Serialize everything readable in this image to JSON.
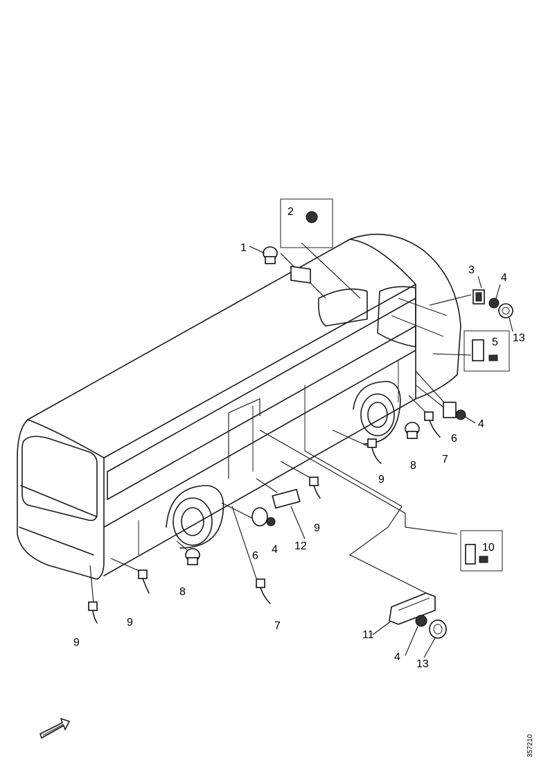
{
  "diagram": {
    "callouts": {
      "c1": "1",
      "c2": "2",
      "c3": "3",
      "c4a": "4",
      "c13": "13",
      "c5": "5",
      "c4b": "4",
      "c6a": "6",
      "c7a": "7",
      "c8a": "8",
      "c9a": "9",
      "c9b": "9",
      "c12": "12",
      "c4c": "4",
      "c6b": "6",
      "c8b": "8",
      "c10": "10",
      "c9c": "9",
      "c7b": "7",
      "c9d": "9",
      "c11": "11",
      "c4d": "4",
      "c13b": "13"
    },
    "document_id": "357210"
  },
  "colors": {
    "line": "#1a1a1a",
    "background": "#ffffff"
  }
}
